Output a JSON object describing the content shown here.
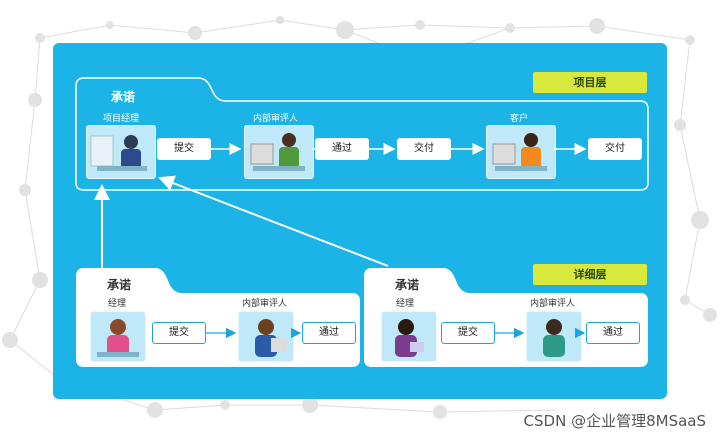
{
  "project_layer": {
    "badge": "项目层",
    "tab": "承诺",
    "roles": [
      "项目经理",
      "内部审评人",
      "客户"
    ],
    "steps": [
      "提交",
      "通过",
      "交付",
      "交付"
    ]
  },
  "detail_layer": {
    "badge": "详细层",
    "left": {
      "tab": "承诺",
      "roles": [
        "经理",
        "内部审评人"
      ],
      "steps": [
        "提交",
        "通过"
      ]
    },
    "right": {
      "tab": "承诺",
      "roles": [
        "经理",
        "内部审评人"
      ],
      "steps": [
        "提交",
        "通过"
      ]
    }
  },
  "watermark": "CSDN @企业管理8MSaaS",
  "colors": {
    "panel": "#1cb3e6",
    "badge": "#d9e83c",
    "step_border": "#1ea4dc",
    "arrow": "#ffffff"
  }
}
